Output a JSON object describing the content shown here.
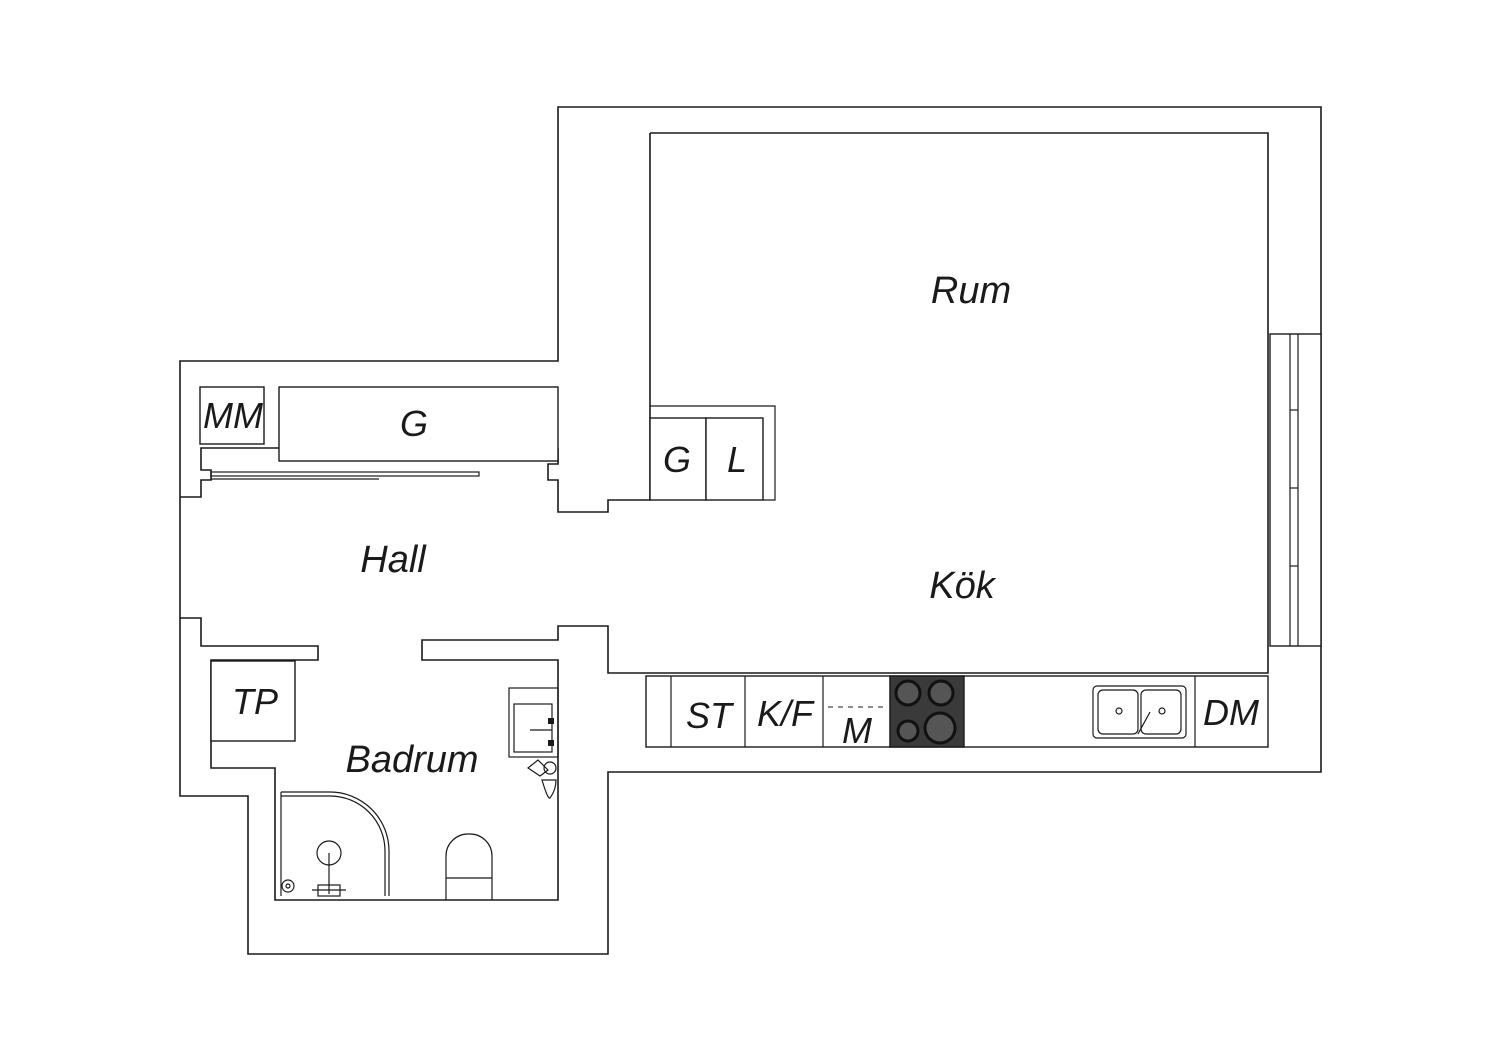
{
  "rooms": {
    "rum": "Rum",
    "kok": "Kök",
    "hall": "Hall",
    "badrum": "Badrum"
  },
  "fixtures": {
    "mm": "MM",
    "g_hall": "G",
    "g_rum": "G",
    "l": "L",
    "tp": "TP",
    "st": "ST",
    "kf": "K/F",
    "m": "M",
    "dm": "DM"
  }
}
